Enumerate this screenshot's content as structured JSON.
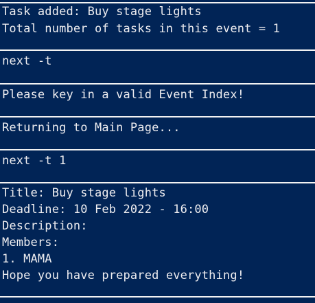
{
  "console": {
    "lines": [
      "Task added: Buy stage lights",
      "Total number of tasks in this event = 1",
      "next -t",
      "Please key in a valid Event Index!",
      "Returning to Main Page...",
      "next -t 1",
      "Title: Buy stage lights",
      "Deadline: 10 Feb 2022 - 16:00",
      "Description:",
      "Members:",
      "1. MAMA",
      "Hope you have prepared everything!"
    ]
  },
  "colors": {
    "background": "#012456",
    "text": "#eeedf0",
    "divider": "#f2f2f2"
  }
}
